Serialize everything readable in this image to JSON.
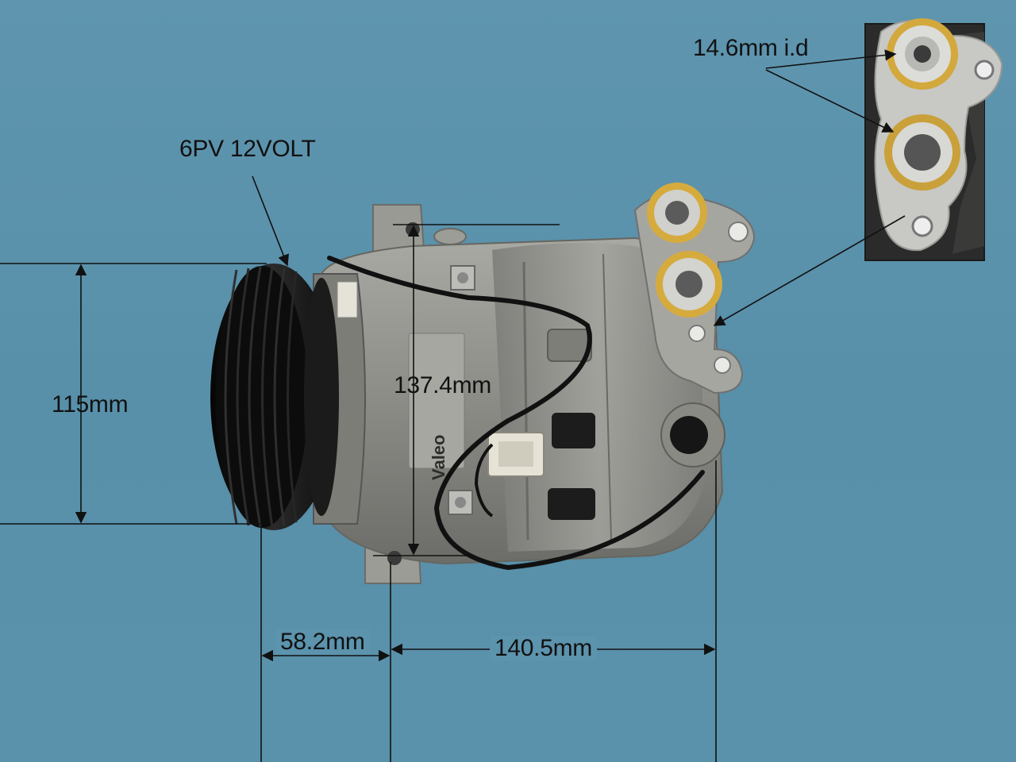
{
  "photo": {
    "subject": "Air conditioning compressor",
    "background_color": "#5c93ad",
    "body_color": "#8e8e8a",
    "pulley_color": "#121212",
    "seal_color": "#c9a23a"
  },
  "labels": {
    "belt": "6PV 12VOLT",
    "port_id": "14.6mm i.d",
    "height_length": "137.4mm",
    "height": "115mm",
    "pulley_offset": "58.2mm",
    "mount_width": "140.5mm",
    "brand": "Valeo"
  }
}
